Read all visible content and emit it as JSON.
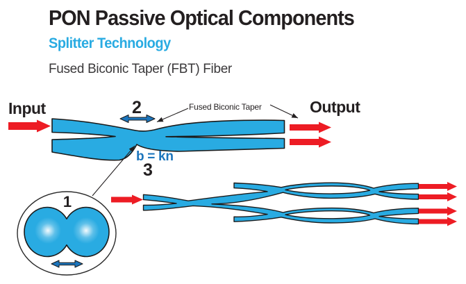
{
  "header": {
    "title": "PON Passive Optical Components",
    "subtitle": "Splitter Technology",
    "subheading": "Fused Biconic Taper (FBT) Fiber"
  },
  "diagram": {
    "labels": {
      "input": "Input",
      "output": "Output",
      "taper_callout": "Fused Biconic Taper",
      "formula": "b = kn",
      "step_1": "1",
      "step_2": "2",
      "step_3": "3"
    },
    "icons": {
      "input_arrow": "red-right-arrow",
      "output_arrow": "red-right-arrow",
      "width_marker": "blue-double-headed-arrow",
      "core_spacing_marker": "blue-double-headed-arrow",
      "leader_line": "thin-black-arrow"
    },
    "colors": {
      "fiber_cyan": "#29ABE2",
      "arrow_red": "#ED1C24",
      "arrow_blue": "#1C75BC",
      "ink": "#231F20",
      "accent_cyan": "#29ABE2"
    }
  }
}
